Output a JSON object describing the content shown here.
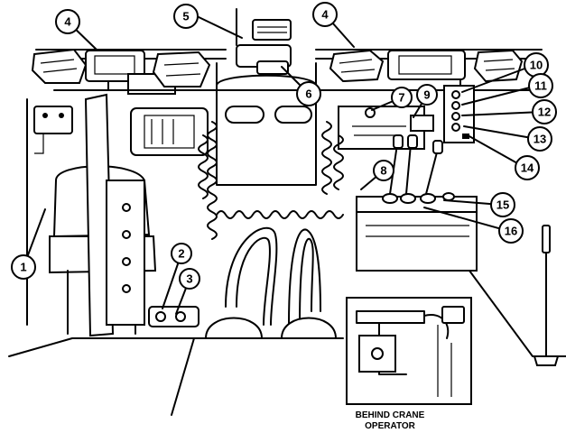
{
  "callouts": [
    {
      "id": "c1",
      "label": "1"
    },
    {
      "id": "c2",
      "label": "2"
    },
    {
      "id": "c3",
      "label": "3"
    },
    {
      "id": "c4a",
      "label": "4"
    },
    {
      "id": "c4b",
      "label": "4"
    },
    {
      "id": "c5",
      "label": "5"
    },
    {
      "id": "c6",
      "label": "6"
    },
    {
      "id": "c7",
      "label": "7"
    },
    {
      "id": "c8",
      "label": "8"
    },
    {
      "id": "c9",
      "label": "9"
    },
    {
      "id": "c10",
      "label": "10"
    },
    {
      "id": "c11",
      "label": "11"
    },
    {
      "id": "c12",
      "label": "12"
    },
    {
      "id": "c13",
      "label": "13"
    },
    {
      "id": "c14",
      "label": "14"
    },
    {
      "id": "c15",
      "label": "15"
    },
    {
      "id": "c16",
      "label": "16"
    }
  ],
  "inset_caption": {
    "line1": "BEHIND CRANE",
    "line2": "OPERATOR"
  }
}
